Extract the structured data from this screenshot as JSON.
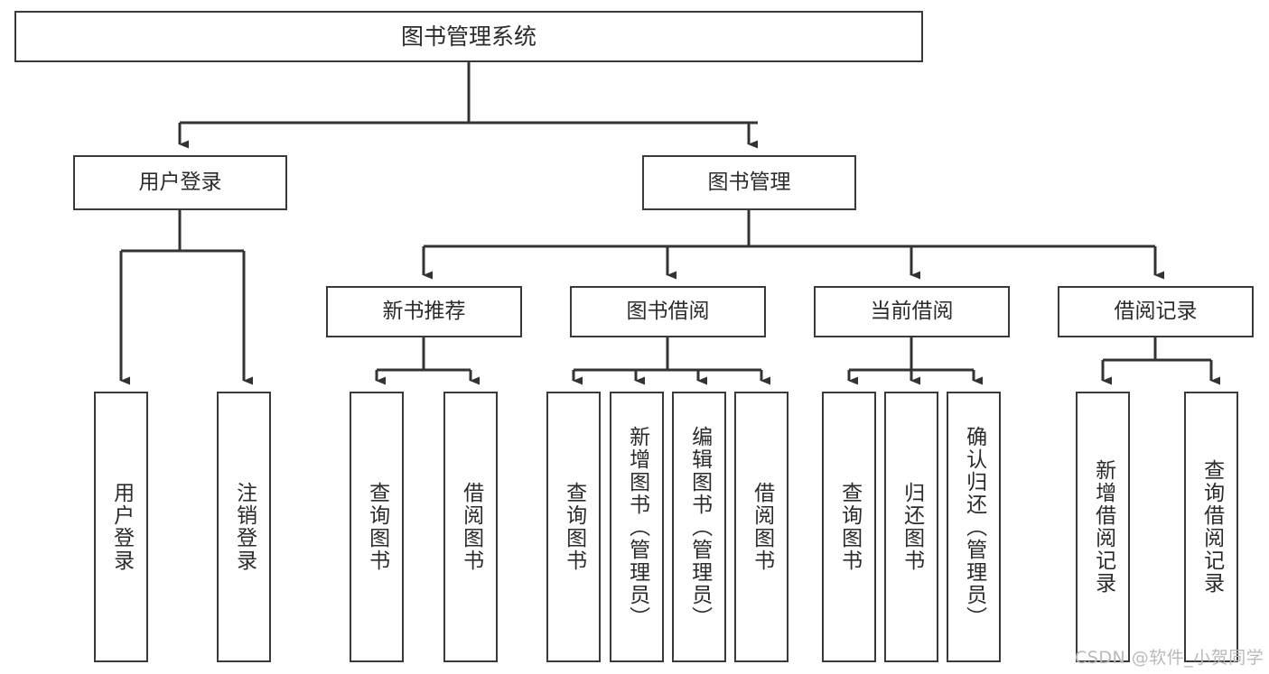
{
  "diagram": {
    "type": "hierarchy-tree",
    "title": "图书管理系统",
    "watermark": "CSDN @软件_小贺同学",
    "colors": {
      "border": "#3a3a3a",
      "text": "#2b2b2b",
      "background": "#ffffff",
      "edge": "#333333",
      "watermark": "#b9b9b9"
    },
    "levels": {
      "root": {
        "label": "图书管理系统"
      },
      "branches": [
        {
          "id": "user-login",
          "label": "用户登录"
        },
        {
          "id": "book-manage",
          "label": "图书管理"
        }
      ],
      "subbranches": [
        {
          "id": "new-book-rec",
          "label": "新书推荐"
        },
        {
          "id": "book-borrow",
          "label": "图书借阅"
        },
        {
          "id": "current-borrow",
          "label": "当前借阅"
        },
        {
          "id": "borrow-record",
          "label": "借阅记录"
        }
      ],
      "leaves": {
        "user-login": [
          {
            "id": "leaf-user-login",
            "label": "用户登录"
          },
          {
            "id": "leaf-user-logout",
            "label": "注销登录"
          }
        ],
        "new-book-rec": [
          {
            "id": "leaf-query-book-1",
            "label": "查询图书"
          },
          {
            "id": "leaf-borrow-book-1",
            "label": "借阅图书"
          }
        ],
        "book-borrow": [
          {
            "id": "leaf-query-book-2",
            "label": "查询图书"
          },
          {
            "id": "leaf-add-book",
            "label": "新增图书（管理员）"
          },
          {
            "id": "leaf-edit-book",
            "label": "编辑图书（管理员）"
          },
          {
            "id": "leaf-borrow-book-2",
            "label": "借阅图书"
          }
        ],
        "current-borrow": [
          {
            "id": "leaf-query-book-3",
            "label": "查询图书"
          },
          {
            "id": "leaf-return-book",
            "label": "归还图书"
          },
          {
            "id": "leaf-confirm-return",
            "label": "确认归还（管理员）"
          }
        ],
        "borrow-record": [
          {
            "id": "leaf-add-record",
            "label": "新增借阅记录"
          },
          {
            "id": "leaf-query-record",
            "label": "查询借阅记录"
          }
        ]
      }
    }
  }
}
